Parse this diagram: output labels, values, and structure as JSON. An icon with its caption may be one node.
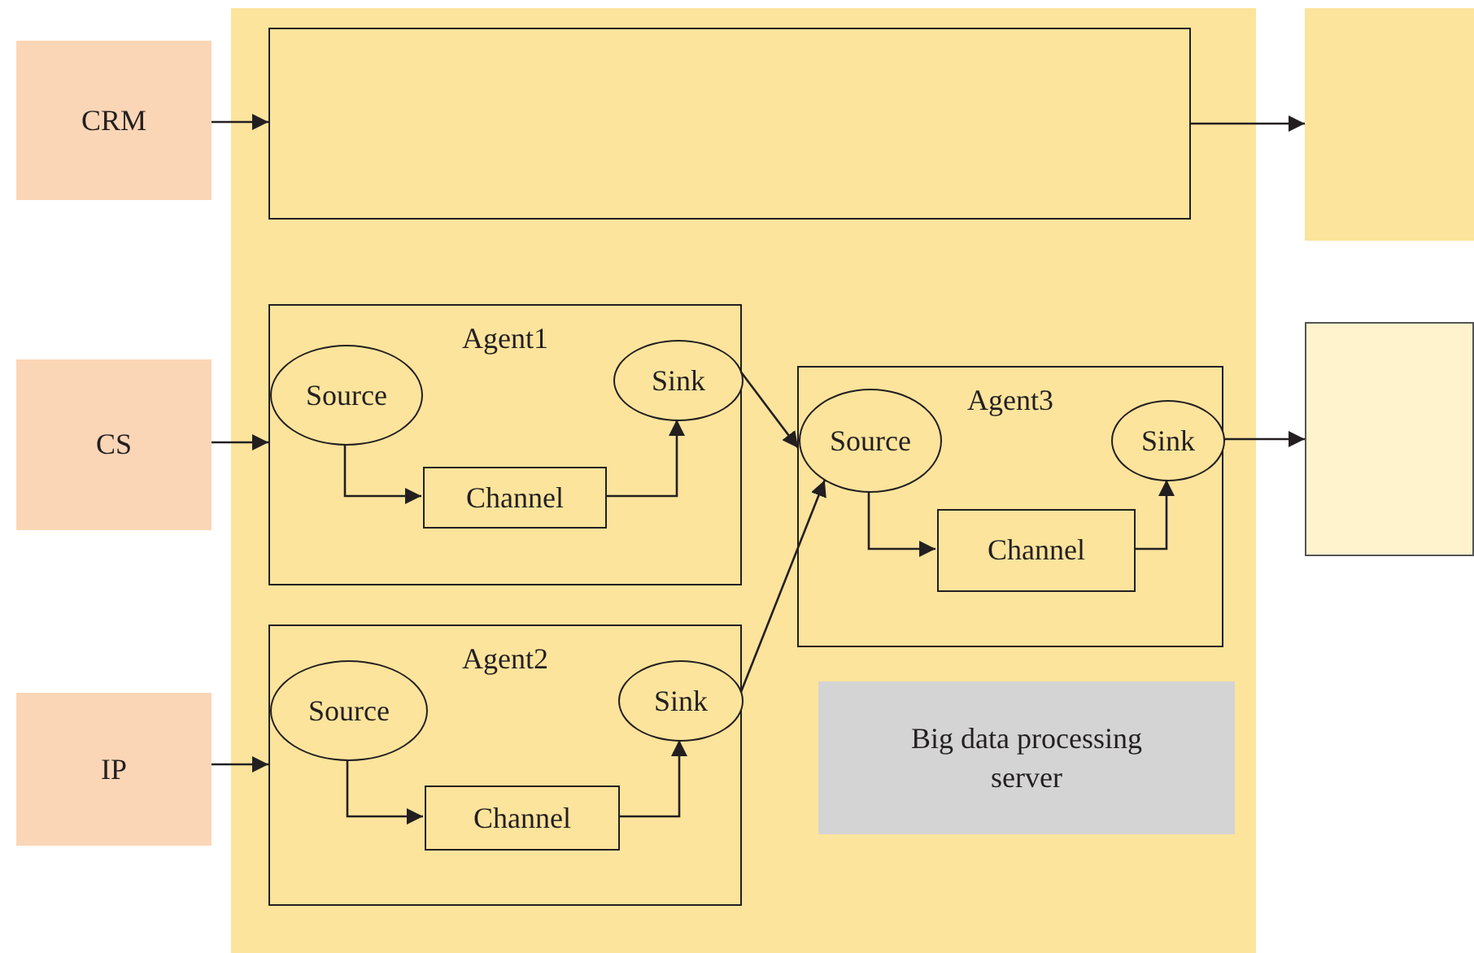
{
  "diagram": {
    "nodes": [
      {
        "text": [],
        "shape": "box"
      },
      {
        "text": [],
        "shape": "box",
        "in": 0
      },
      {
        "text": [
          "CRM"
        ]
      },
      {
        "text": [],
        "shape": "box"
      },
      {
        "text": [
          "Agent1"
        ],
        "in": 0
      },
      {
        "text": [
          "Source"
        ],
        "in": 4
      },
      {
        "text": [
          "Sink"
        ],
        "in": 4
      },
      {
        "text": [
          "Channel"
        ],
        "in": 4
      },
      {
        "text": [
          "CS"
        ]
      },
      {
        "text": [
          "Agent3"
        ],
        "in": 0
      },
      {
        "text": [
          "Source"
        ],
        "in": 9
      },
      {
        "text": [
          "Sink"
        ],
        "in": 9
      },
      {
        "text": [
          "Channel"
        ],
        "in": 9
      },
      {
        "text": [],
        "shape": "box"
      },
      {
        "text": [
          "Agent2"
        ],
        "in": 0
      },
      {
        "text": [
          "Source"
        ],
        "in": 14
      },
      {
        "text": [
          "Sink"
        ],
        "in": 14
      },
      {
        "text": [
          "Channel"
        ],
        "in": 14
      },
      {
        "text": [
          "IP"
        ]
      },
      {
        "text": [
          "Big data processing server"
        ],
        "in": 0
      }
    ],
    "edges": [
      {
        "from": 2,
        "to": 1,
        "arrow": "to"
      },
      {
        "from": 1,
        "to": 3,
        "arrow": "to"
      },
      {
        "from": 8,
        "to": 4,
        "arrow": "to"
      },
      {
        "from": 5,
        "to": 7,
        "arrow": "to"
      },
      {
        "from": 7,
        "to": 6,
        "arrow": "to"
      },
      {
        "from": 6,
        "to": 10,
        "arrow": "to"
      },
      {
        "from": 16,
        "to": 10,
        "arrow": "to"
      },
      {
        "from": 18,
        "to": 14,
        "arrow": "to"
      },
      {
        "from": 15,
        "to": 17,
        "arrow": "to"
      },
      {
        "from": 17,
        "to": 16,
        "arrow": "to"
      },
      {
        "from": 10,
        "to": 12,
        "arrow": "to"
      },
      {
        "from": 12,
        "to": 11,
        "arrow": "to"
      },
      {
        "from": 11,
        "to": 13,
        "arrow": "to"
      }
    ]
  }
}
